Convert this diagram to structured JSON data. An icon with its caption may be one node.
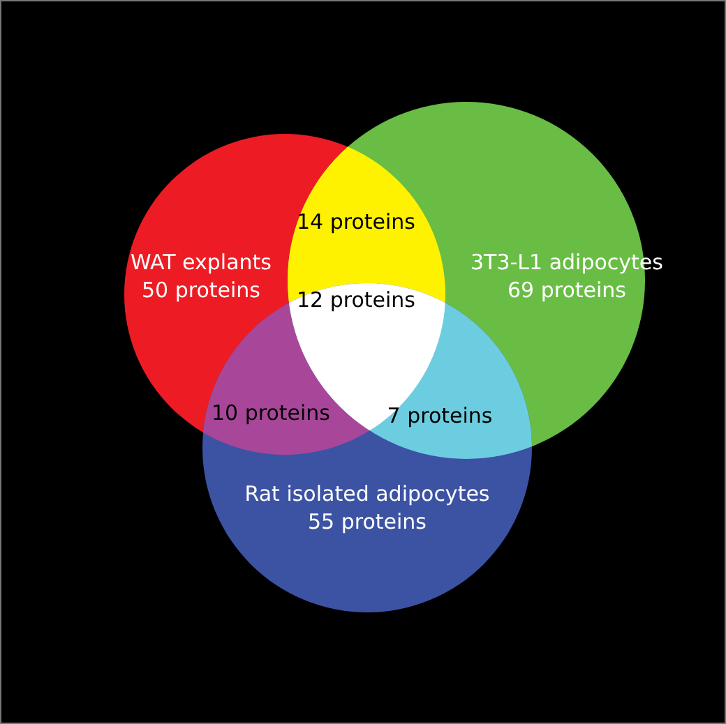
{
  "diagram": {
    "nodes": [
      {
        "text": [
          "WAT explants",
          "50 proteins"
        ]
      },
      {
        "text": [
          "3T3-L1 adipocytes",
          "69 proteins"
        ]
      },
      {
        "text": [
          "Rat isolated adipocytes",
          "55 proteins"
        ]
      }
    ],
    "labels": [
      "14 proteins",
      "12 proteins",
      "10 proteins",
      "7 proteins"
    ]
  }
}
